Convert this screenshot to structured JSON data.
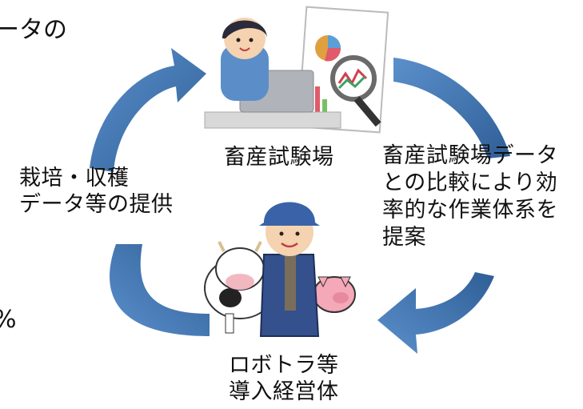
{
  "colors": {
    "arrow": "#4a7fbf",
    "arrow_dark": "#2f5e96",
    "text": "#111111",
    "background": "#ffffff"
  },
  "cycle": {
    "nodes": {
      "top": {
        "label": "畜産試験場",
        "icon": "researcher-analyzing-charts-illustration"
      },
      "bottom": {
        "label": "ロボトラ等\n導入経営体",
        "icon": "farmer-with-cow-and-pig-illustration"
      }
    },
    "arrows": {
      "right": {
        "label": "畜産試験場データ\nとの比較により効\n率的な作業体系を\n提案",
        "icon": "arrow-down-left-icon"
      },
      "left": {
        "label": "栽培・収穫\nデータ等の提供",
        "icon": "arrow-up-right-icon"
      }
    }
  },
  "cropped_fragments": {
    "top_left": "ータの",
    "mid_left": "%"
  }
}
